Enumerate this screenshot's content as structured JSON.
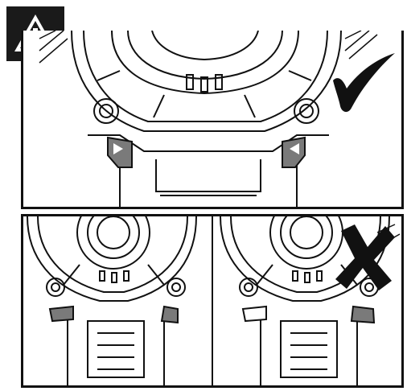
{
  "instruction": {
    "warning_symbol": "warning-triangle-icon",
    "panels": [
      {
        "id": "top",
        "verdict": "correct",
        "mark": "checkmark-icon"
      },
      {
        "id": "bottom-left",
        "verdict": "neutral"
      },
      {
        "id": "bottom-right",
        "verdict": "incorrect",
        "mark": "cross-icon"
      }
    ]
  },
  "colors": {
    "ink": "#111111",
    "paper": "#ffffff",
    "shade": "#7a7a7a"
  }
}
